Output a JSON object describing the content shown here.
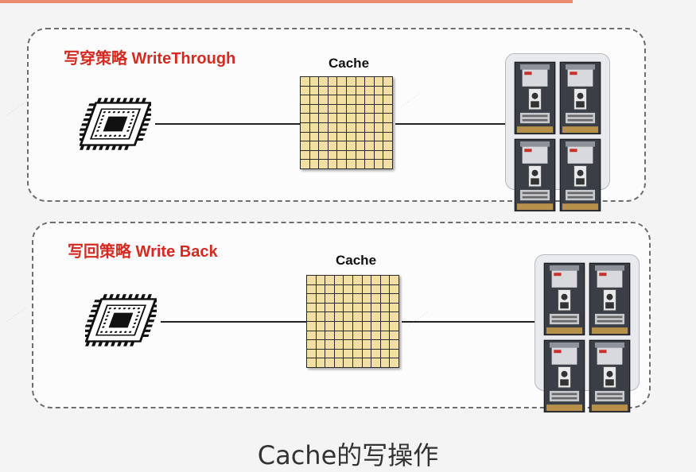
{
  "panels": [
    {
      "title": "写穿策略 WriteThrough",
      "cache_label": "Cache"
    },
    {
      "title": "写回策略 Write Back",
      "cache_label": "Cache"
    }
  ],
  "caption": "Cache的写操作",
  "colors": {
    "title_red": "#d52a22",
    "cache_cell": "#f1dfa4",
    "grid_line": "#2b2b2b",
    "panel_border": "#6e6e6e"
  },
  "icons": [
    "cpu-chip-icon",
    "memory-module-icon"
  ]
}
